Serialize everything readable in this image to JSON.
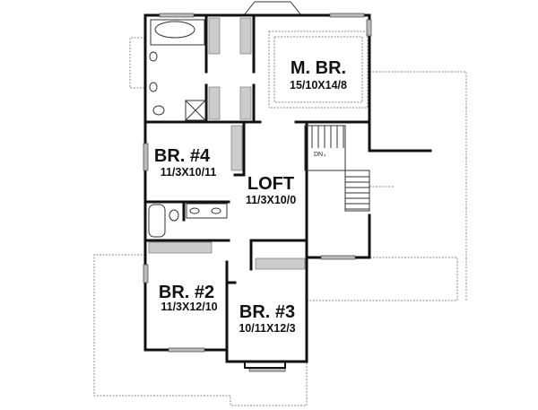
{
  "rooms": [
    {
      "name": "M. BR.",
      "size": "15/10X14/8"
    },
    {
      "name": "BR. #4",
      "size": "11/3X10/11"
    },
    {
      "name": "LOFT",
      "size": "11/3X10/0"
    },
    {
      "name": "BR. #2",
      "size": "11/3X12/10"
    },
    {
      "name": "BR. #3",
      "size": "10/11X12/3"
    }
  ],
  "stair_label": "DN"
}
